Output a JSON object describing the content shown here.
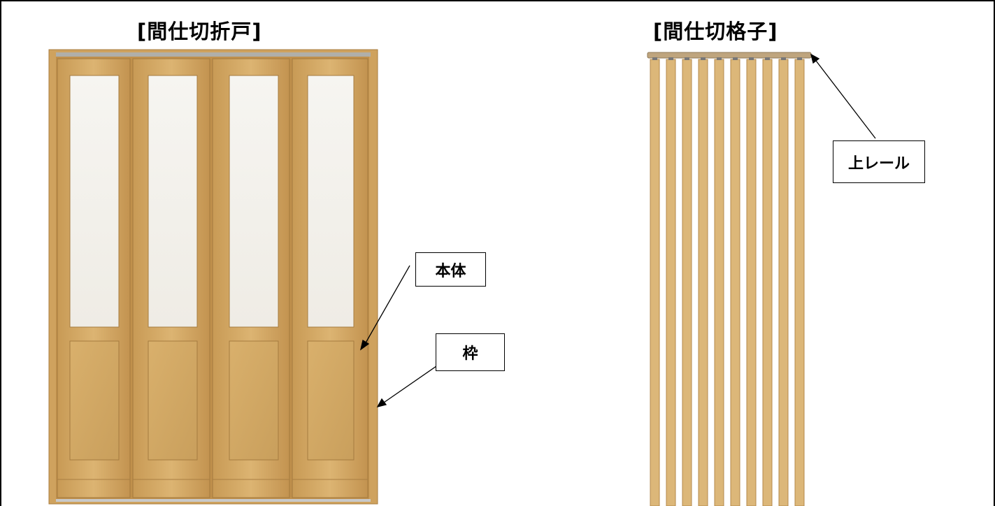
{
  "titles": {
    "folding_door": "[間仕切折戸]",
    "lattice": "[間仕切格子]"
  },
  "callouts": {
    "body": "本体",
    "frame": "枠",
    "top_rail": "上レール"
  },
  "colors": {
    "wood": "#d6ac67",
    "wood_dark": "#b58a4a",
    "wood_light": "#e4c083",
    "glass": "#f4f2ec",
    "rail": "#a7a7a7",
    "ink": "#000000"
  }
}
